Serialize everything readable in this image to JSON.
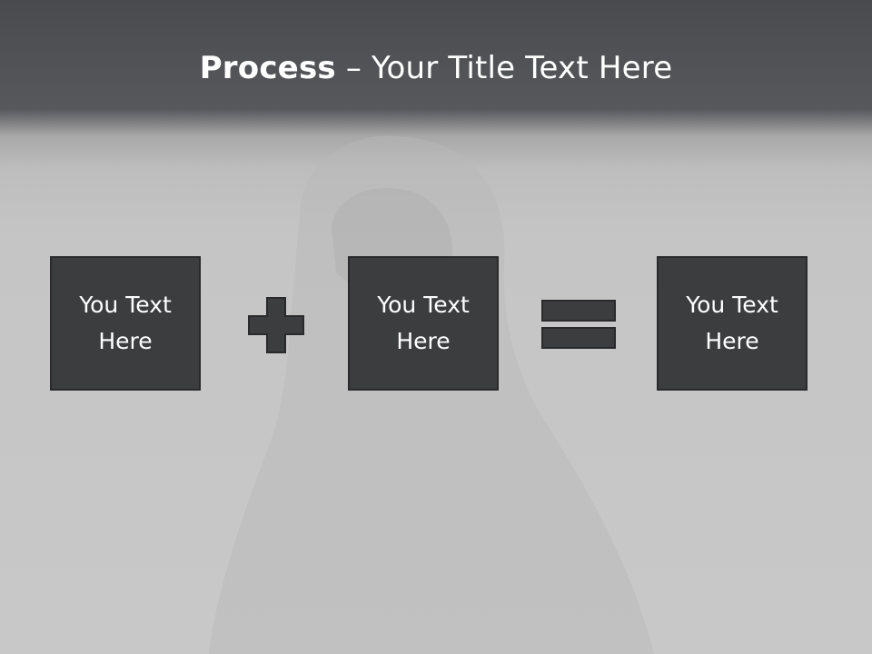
{
  "header": {
    "title_bold": "Process",
    "title_rest": " – Your Title Text Here"
  },
  "process": {
    "boxes": [
      {
        "label": "You Text Here"
      },
      {
        "label": "You Text Here"
      },
      {
        "label": "You Text Here"
      }
    ],
    "operators": [
      "plus-icon",
      "equals-icon"
    ]
  },
  "colors": {
    "header": "#4a4b4e",
    "background": "#c8c8c8",
    "box_fill": "#3c3d3f",
    "box_border": "#2a2a2c",
    "text": "#ffffff"
  }
}
